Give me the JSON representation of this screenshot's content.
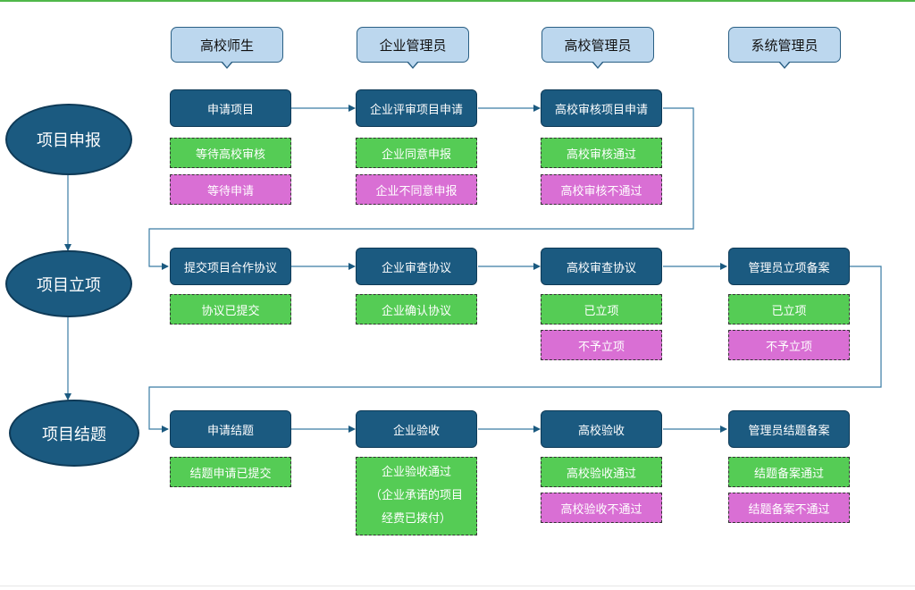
{
  "colors": {
    "phase_fill": "#1b5a80",
    "step_fill": "#1b5a80",
    "lane_fill": "#bcd7ee",
    "approve_fill": "#55cc55",
    "reject_fill": "#d96fd4",
    "connector": "#3a7ca5"
  },
  "lanes": [
    "高校师生",
    "企业管理员",
    "高校管理员",
    "系统管理员"
  ],
  "phases": [
    "项目申报",
    "项目立项",
    "项目结题"
  ],
  "declare": {
    "steps": [
      "申请项目",
      "企业评审项目申请",
      "高校审核项目申请"
    ],
    "status": {
      "s1_ok": "等待高校审核",
      "s1_no": "等待申请",
      "s2_ok": "企业同意申报",
      "s2_no": "企业不同意申报",
      "s3_ok": "高校审核通过",
      "s3_no": "高校审核不通过"
    }
  },
  "approve": {
    "steps": [
      "提交项目合作协议",
      "企业审查协议",
      "高校审查协议",
      "管理员立项备案"
    ],
    "status": {
      "s1_ok": "协议已提交",
      "s2_ok": "企业确认协议",
      "s3_ok": "已立项",
      "s3_no": "不予立项",
      "s4_ok": "已立项",
      "s4_no": "不予立项"
    }
  },
  "conclude": {
    "steps": [
      "申请结题",
      "企业验收",
      "高校验收",
      "管理员结题备案"
    ],
    "status": {
      "s1_ok": "结题申请已提交",
      "s2_ok_lines": [
        "企业验收通过",
        "（企业承诺的项目",
        "经费已拨付）"
      ],
      "s3_ok": "高校验收通过",
      "s3_no": "高校验收不通过",
      "s4_ok": "结题备案通过",
      "s4_no": "结题备案不通过"
    }
  }
}
